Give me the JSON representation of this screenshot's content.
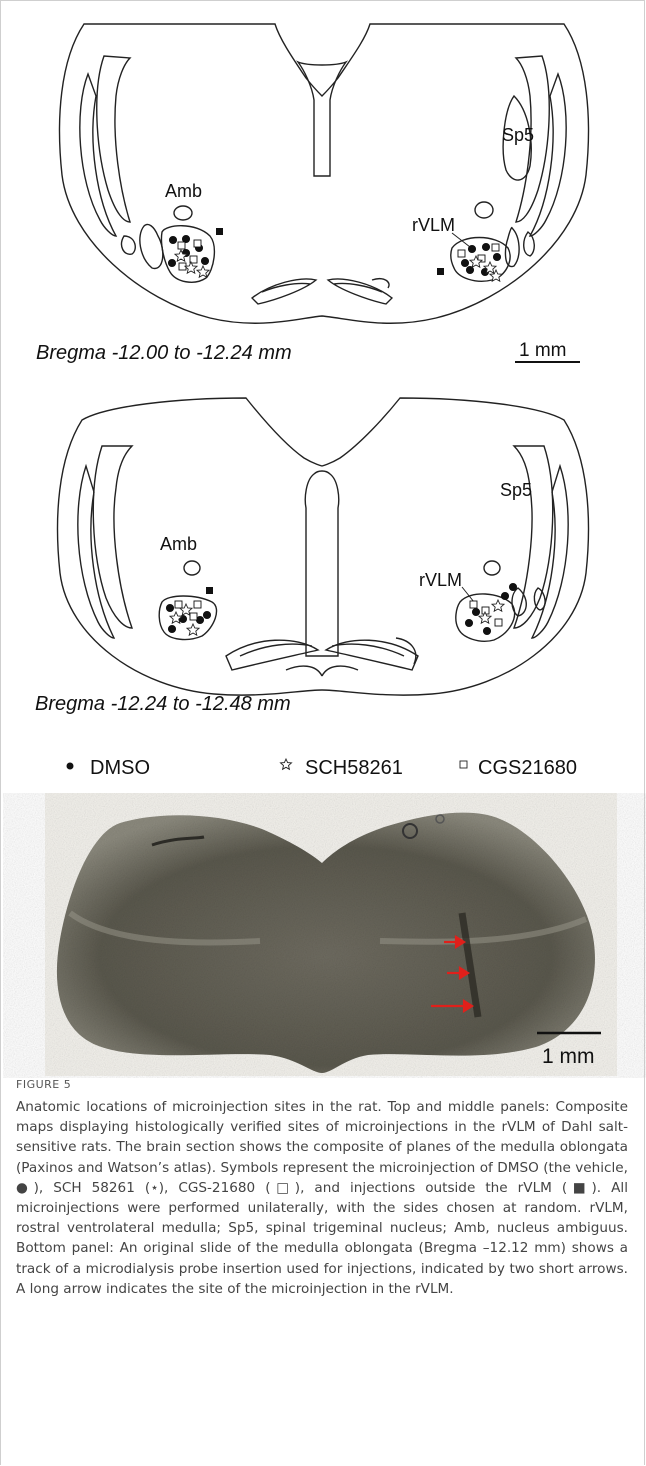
{
  "panel_top": {
    "labels": {
      "sp5": "Sp5",
      "amb": "Amb",
      "rvlm": "rVLM"
    },
    "bregma": "Bregma -12.00 to -12.24 mm",
    "scale": "1 mm"
  },
  "panel_middle": {
    "labels": {
      "sp5": "Sp5",
      "amb": "Amb",
      "rvlm": "rVLM"
    },
    "bregma": "Bregma -12.24 to -12.48 mm"
  },
  "legend": {
    "dmso": "DMSO",
    "sch": "SCH58261",
    "cgs": "CGS21680"
  },
  "photo": {
    "scale": "1 mm"
  },
  "caption": {
    "label": "FIGURE 5",
    "text": "Anatomic locations of microinjection sites in the rat. Top and middle panels: Composite maps displaying histologically verified sites of microinjections in the rVLM of Dahl salt-sensitive rats. The brain section shows the composite of planes of the medulla oblongata (Paxinos and Watson’s atlas). Symbols represent the microinjection of DMSO (the vehicle, ●), SCH 58261 (⋆), CGS-21680 (□), and injections outside the rVLM (■). All microinjections were performed unilaterally, with the sides chosen at random. rVLM, rostral ventrolateral medulla; Sp5, spinal trigeminal nucleus; Amb, nucleus ambiguus. Bottom panel: An original slide of the medulla oblongata (Bregma –12.12 mm) shows a track of a microdialysis probe insertion used for injections, indicated by two short arrows. A long arrow indicates the site of the microinjection in the rVLM."
  },
  "colors": {
    "arrow": "#e0201b",
    "tissue": "#6b6a5c"
  }
}
